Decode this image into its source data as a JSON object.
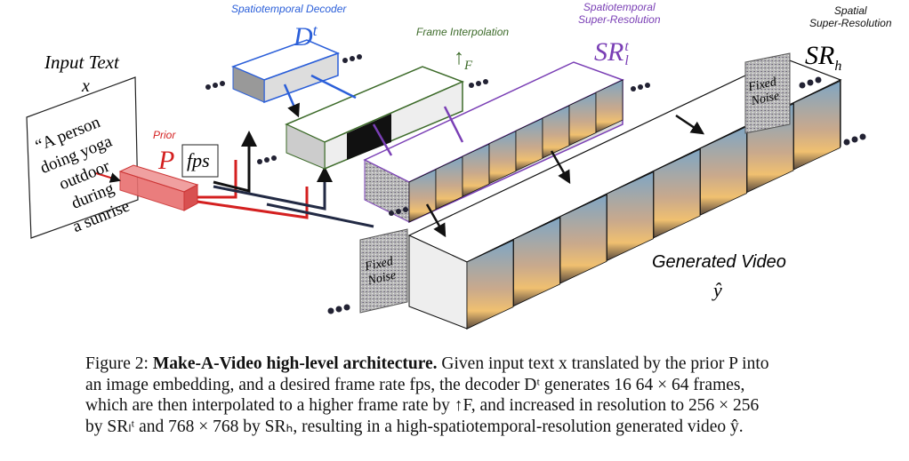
{
  "figure": {
    "input_text_title": "Input Text",
    "input_var": "x",
    "prompt_lines": [
      "“A person",
      "doing yoga",
      "outdoor during",
      "a sunrise"
    ],
    "prior_label": "Prior",
    "prior_symbol": "P",
    "fps_label": "fps",
    "decoder_label": "Spatiotemporal Decoder",
    "decoder_symbol": "D",
    "decoder_sup": "t",
    "interp_label": "Frame Interpolation",
    "interp_symbol": "↑",
    "interp_sub": "F",
    "srl_label_1": "Spatiotemporal",
    "srl_label_2": "Super-Resolution",
    "srl_symbol": "SR",
    "srl_sup": "t",
    "srl_sub": "l",
    "srh_label_1": "Spatial",
    "srh_label_2": "Super-Resolution",
    "srh_symbol": "SR",
    "srh_sub": "h",
    "fixed_noise_1": "Fixed",
    "fixed_noise_2": "Noise",
    "output_label": "Generated Video",
    "output_symbol": "ŷ",
    "colors": {
      "prior": "#d42020",
      "decoder": "#2b5fd9",
      "interp": "#3d6b2a",
      "srl": "#7a3fb5",
      "srh": "#111111"
    }
  },
  "caption": {
    "prefix": "Figure 2: ",
    "title": "Make-A-Video high-level architecture.",
    "line1": " Given input text x translated by the prior P into",
    "line2": "an image embedding, and a desired frame rate fps, the decoder Dᵗ generates 16 64 × 64 frames,",
    "line3": "which are then interpolated to a higher frame rate by ↑F, and increased in resolution to 256 × 256",
    "line4": "by SRₗᵗ and 768 × 768 by SRₕ, resulting in a high-spatiotemporal-resolution generated video ŷ."
  }
}
